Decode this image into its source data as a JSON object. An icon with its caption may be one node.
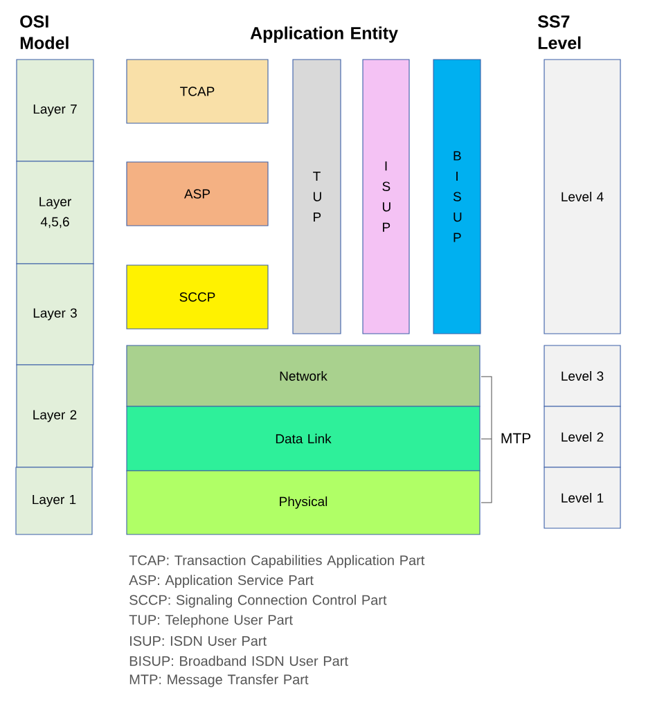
{
  "diagram": {
    "nodes": [
      {
        "text": [
          "Layer 7"
        ]
      },
      {
        "text": [
          "Layer 4,5,6"
        ]
      },
      {
        "text": [
          "Layer 3"
        ]
      },
      {
        "text": [
          "Layer 2"
        ]
      },
      {
        "text": [
          "Layer 1"
        ]
      },
      {
        "text": [
          "TCAP"
        ]
      },
      {
        "text": [
          "ASP"
        ]
      },
      {
        "text": [
          "SCCP"
        ]
      },
      {
        "text": [
          "T U P"
        ]
      },
      {
        "text": [
          "I S U P"
        ]
      },
      {
        "text": [
          "B I S U P"
        ]
      },
      {
        "text": [
          "Network"
        ]
      },
      {
        "text": [
          "Data Link"
        ]
      },
      {
        "text": [
          "Physical"
        ]
      },
      {
        "text": [
          "Level 4"
        ]
      },
      {
        "text": [
          "Level 3"
        ]
      },
      {
        "text": [
          "Level 2"
        ]
      },
      {
        "text": [
          "Level 1"
        ]
      }
    ],
    "labels": [
      "OSI Model",
      "Application Entity",
      "SS7 Level",
      "MTP",
      "TCAP: Transaction Capabilities Application Part",
      "ASP: Application Service Part",
      "SCCP: Signaling Connection Control Part",
      "TUP: Telephone User Part",
      "ISUP: ISDN User Part",
      "BISUP: Broadband ISDN User Part",
      "MTP: Message Transfer Part"
    ]
  }
}
